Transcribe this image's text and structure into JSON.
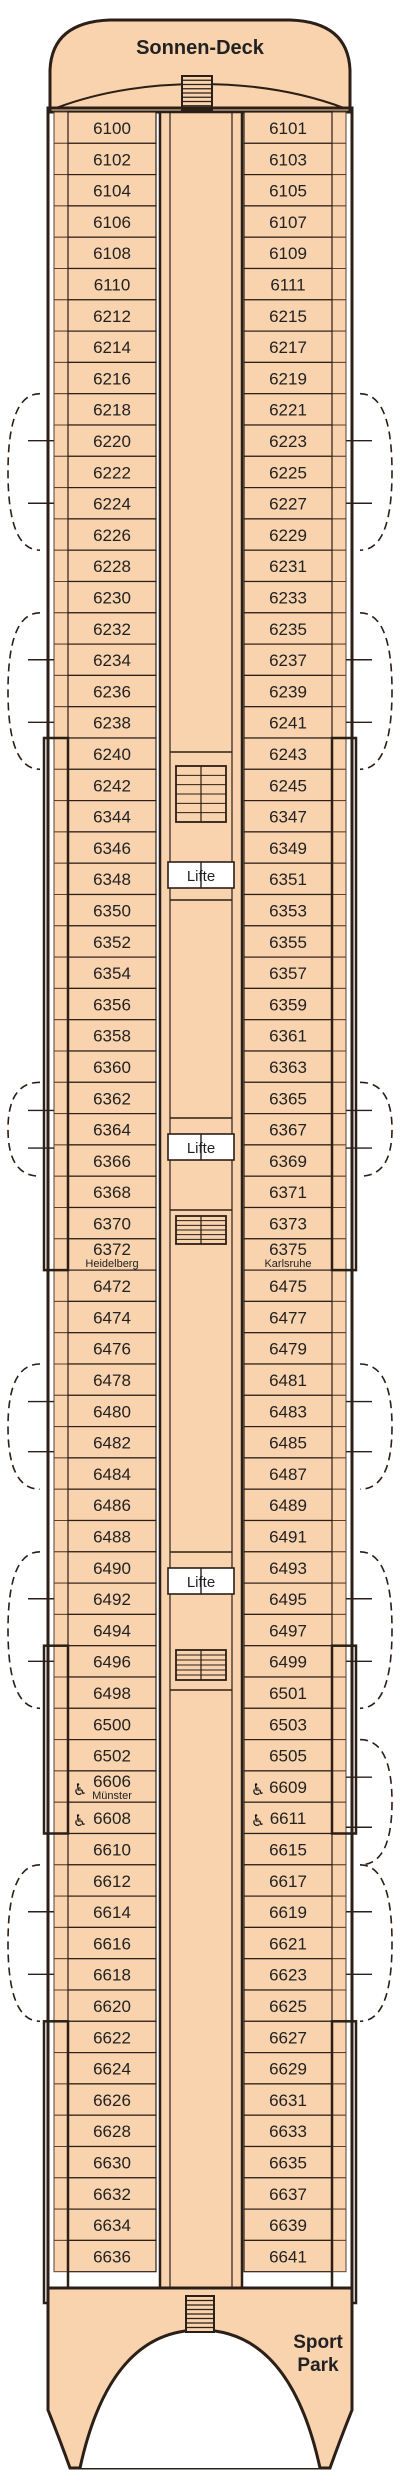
{
  "deck": {
    "name": "Sonnen-Deck",
    "sport_area": [
      "Sport",
      "Park"
    ],
    "lift_label": "Lifte",
    "access_symbol": "♿"
  },
  "colors": {
    "cabin_fill": "#f9d3ad",
    "corridor_fill": "#f9d3ad",
    "outline": "#2b1f17",
    "line_fine": "#5a3f2c"
  },
  "cabins": {
    "left": [
      {
        "n": "6100"
      },
      {
        "n": "6102"
      },
      {
        "n": "6104"
      },
      {
        "n": "6106"
      },
      {
        "n": "6108"
      },
      {
        "n": "6110"
      },
      {
        "n": "6212"
      },
      {
        "n": "6214"
      },
      {
        "n": "6216"
      },
      {
        "n": "6218"
      },
      {
        "n": "6220"
      },
      {
        "n": "6222"
      },
      {
        "n": "6224"
      },
      {
        "n": "6226"
      },
      {
        "n": "6228"
      },
      {
        "n": "6230"
      },
      {
        "n": "6232"
      },
      {
        "n": "6234"
      },
      {
        "n": "6236"
      },
      {
        "n": "6238"
      },
      {
        "n": "6240"
      },
      {
        "n": "6242"
      },
      {
        "n": "6344"
      },
      {
        "n": "6346"
      },
      {
        "n": "6348"
      },
      {
        "n": "6350"
      },
      {
        "n": "6352"
      },
      {
        "n": "6354"
      },
      {
        "n": "6356"
      },
      {
        "n": "6358"
      },
      {
        "n": "6360"
      },
      {
        "n": "6362"
      },
      {
        "n": "6364"
      },
      {
        "n": "6366"
      },
      {
        "n": "6368"
      },
      {
        "n": "6370"
      },
      {
        "n": "6372",
        "sub": "Heidelberg"
      },
      {
        "n": "6472"
      },
      {
        "n": "6474"
      },
      {
        "n": "6476"
      },
      {
        "n": "6478"
      },
      {
        "n": "6480"
      },
      {
        "n": "6482"
      },
      {
        "n": "6484"
      },
      {
        "n": "6486"
      },
      {
        "n": "6488"
      },
      {
        "n": "6490"
      },
      {
        "n": "6492"
      },
      {
        "n": "6494"
      },
      {
        "n": "6496"
      },
      {
        "n": "6498"
      },
      {
        "n": "6500"
      },
      {
        "n": "6502"
      },
      {
        "n": "6606",
        "sub": "Münster",
        "access": true
      },
      {
        "n": "6608",
        "access": true
      },
      {
        "n": "6610"
      },
      {
        "n": "6612"
      },
      {
        "n": "6614"
      },
      {
        "n": "6616"
      },
      {
        "n": "6618"
      },
      {
        "n": "6620"
      },
      {
        "n": "6622"
      },
      {
        "n": "6624"
      },
      {
        "n": "6626"
      },
      {
        "n": "6628"
      },
      {
        "n": "6630"
      },
      {
        "n": "6632"
      },
      {
        "n": "6634"
      },
      {
        "n": "6636"
      }
    ],
    "right": [
      {
        "n": "6101"
      },
      {
        "n": "6103"
      },
      {
        "n": "6105"
      },
      {
        "n": "6107"
      },
      {
        "n": "6109"
      },
      {
        "n": "6111"
      },
      {
        "n": "6215"
      },
      {
        "n": "6217"
      },
      {
        "n": "6219"
      },
      {
        "n": "6221"
      },
      {
        "n": "6223"
      },
      {
        "n": "6225"
      },
      {
        "n": "6227"
      },
      {
        "n": "6229"
      },
      {
        "n": "6231"
      },
      {
        "n": "6233"
      },
      {
        "n": "6235"
      },
      {
        "n": "6237"
      },
      {
        "n": "6239"
      },
      {
        "n": "6241"
      },
      {
        "n": "6243"
      },
      {
        "n": "6245"
      },
      {
        "n": "6347"
      },
      {
        "n": "6349"
      },
      {
        "n": "6351"
      },
      {
        "n": "6353"
      },
      {
        "n": "6355"
      },
      {
        "n": "6357"
      },
      {
        "n": "6359"
      },
      {
        "n": "6361"
      },
      {
        "n": "6363"
      },
      {
        "n": "6365"
      },
      {
        "n": "6367"
      },
      {
        "n": "6369"
      },
      {
        "n": "6371"
      },
      {
        "n": "6373"
      },
      {
        "n": "6375",
        "sub": "Karlsruhe"
      },
      {
        "n": "6475"
      },
      {
        "n": "6477"
      },
      {
        "n": "6479"
      },
      {
        "n": "6481"
      },
      {
        "n": "6483"
      },
      {
        "n": "6485"
      },
      {
        "n": "6487"
      },
      {
        "n": "6489"
      },
      {
        "n": "6491"
      },
      {
        "n": "6493"
      },
      {
        "n": "6495"
      },
      {
        "n": "6497"
      },
      {
        "n": "6499"
      },
      {
        "n": "6501"
      },
      {
        "n": "6503"
      },
      {
        "n": "6505"
      },
      {
        "n": "6609",
        "access": true
      },
      {
        "n": "6611",
        "access": true
      },
      {
        "n": "6615"
      },
      {
        "n": "6617"
      },
      {
        "n": "6619"
      },
      {
        "n": "6621"
      },
      {
        "n": "6623"
      },
      {
        "n": "6625"
      },
      {
        "n": "6627"
      },
      {
        "n": "6629"
      },
      {
        "n": "6631"
      },
      {
        "n": "6633"
      },
      {
        "n": "6635"
      },
      {
        "n": "6637"
      },
      {
        "n": "6639"
      },
      {
        "n": "6641"
      }
    ]
  }
}
